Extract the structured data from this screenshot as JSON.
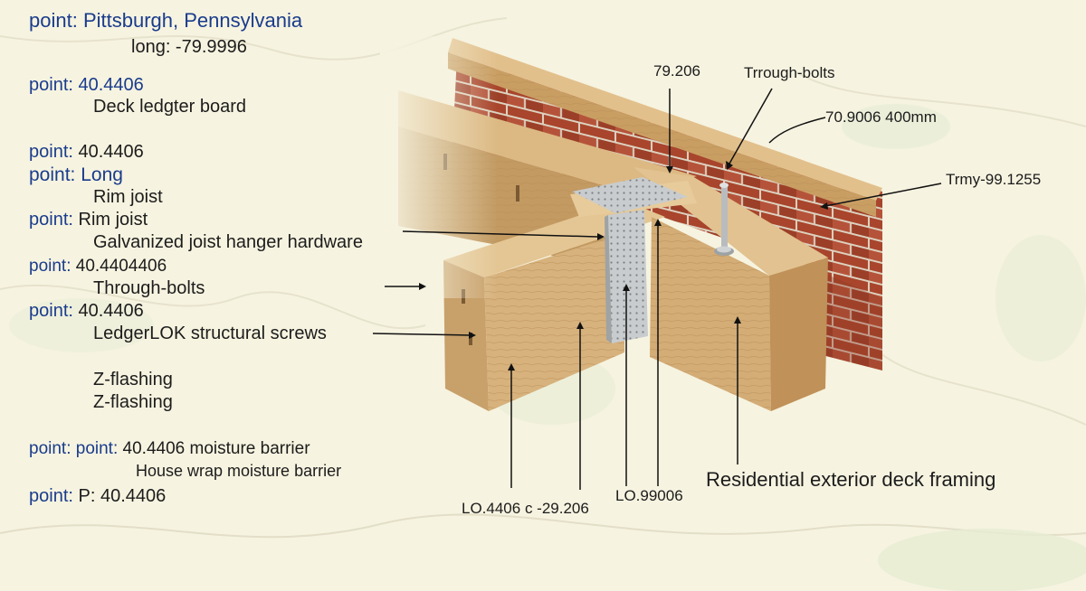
{
  "labels": {
    "title_location": {
      "key": "point:",
      "value": "Pittsburgh, Pennsylvania"
    },
    "long_line": "long:  -79.9996",
    "point_1": {
      "key": "point:",
      "value": "40.4406"
    },
    "deck_ledger": "Deck ledgter board",
    "point_2": {
      "key": "point:",
      "value": "40.4406"
    },
    "point_3": {
      "key": "point:",
      "value": "Long"
    },
    "rim_joist_1": "Rim joist",
    "point_4": {
      "key": "point:",
      "value": "Rim joist"
    },
    "hanger": "Galvanized joist hanger hardware",
    "point_5": {
      "key": "point:",
      "value": "40.4404406"
    },
    "through_bolts_left": "Through-bolts",
    "point_6": {
      "key": "point:",
      "value": "40.4406"
    },
    "ledgerlok": "LedgerLOK structural screws",
    "zflash_1": "Z-flashing",
    "zflash_2": "Z-flashing",
    "point_7": {
      "key": "point: point:",
      "value": "40.4406  moisture barrier"
    },
    "house_wrap": "House wrap moisture barrier",
    "point_8": {
      "key": "point:",
      "value": "P:  40.4406"
    },
    "top_value": "79.206",
    "trough_bolts": "Trrough-bolts",
    "right_value": "70.9006  400mm",
    "trmy": "Trmy-99.1255",
    "bottom_1": "LO.4406  c  -29.206",
    "bottom_2": "LO.99006",
    "caption": "Residential exterior deck framing"
  },
  "colors": {
    "background": "#f6f3e0",
    "key_blue": "#1a3c8c",
    "wood_light": "#d8b480",
    "wood_dark": "#a77b45",
    "brick": "#a8452c",
    "mortar": "#ddd2c0",
    "metal": "#c7cbcc"
  }
}
